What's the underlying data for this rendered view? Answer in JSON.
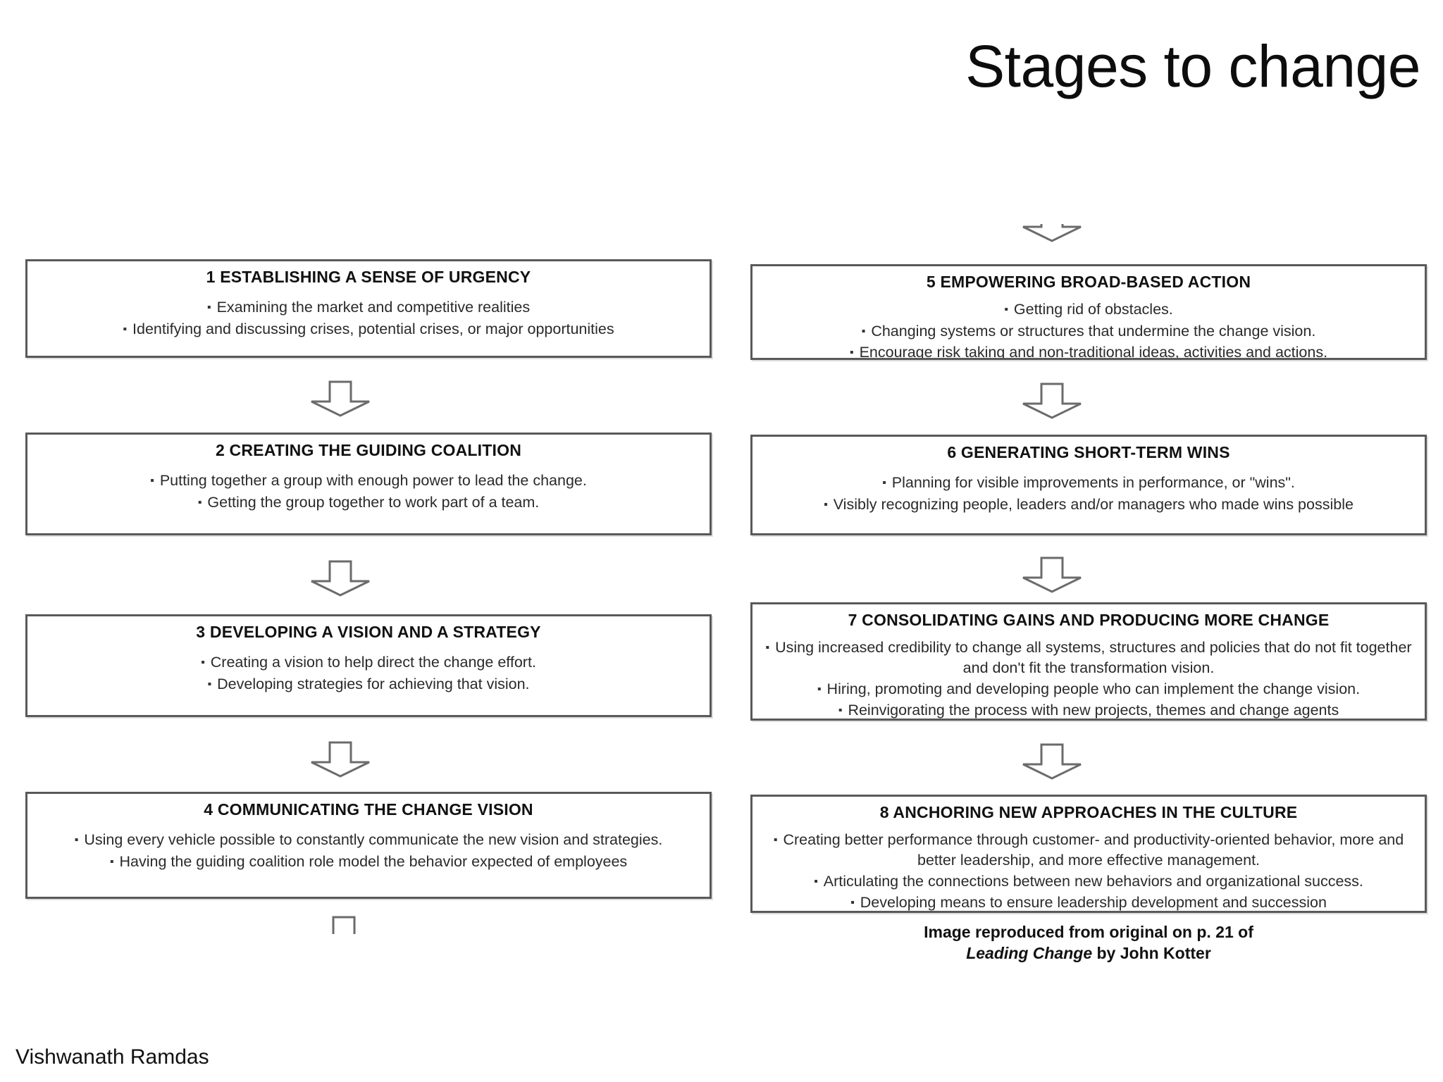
{
  "slide": {
    "title": "Stages to change",
    "author": "Vishwanath Ramdas"
  },
  "source_credit": {
    "line1": "Image reproduced from original on p. 21 of",
    "book_title": "Leading Change",
    "line2_tail": " by John Kotter"
  },
  "diagram": {
    "type": "flowchart",
    "description": "Kotter's 8 stages of change, two columns of four boxes connected by downward block arrows",
    "columns": [
      {
        "name": "left-column",
        "stages": [
          {
            "id": "stage-1",
            "heading": "1 ESTABLISHING A SENSE OF URGENCY",
            "bullets": [
              "Examining the market and competitive realities",
              "Identifying and discussing crises, potential crises, or major opportunities"
            ]
          },
          {
            "id": "stage-2",
            "heading": "2 CREATING THE GUIDING COALITION",
            "bullets": [
              "Putting together a group with enough power to lead the change.",
              "Getting the group together to work part of a team."
            ]
          },
          {
            "id": "stage-3",
            "heading": "3 DEVELOPING A VISION AND A  STRATEGY",
            "bullets": [
              "Creating a vision to help direct the change effort.",
              "Developing strategies for achieving that vision."
            ]
          },
          {
            "id": "stage-4",
            "heading": "4 COMMUNICATING THE CHANGE VISION",
            "bullets": [
              "Using every vehicle possible to constantly communicate the new vision and strategies.",
              "Having the guiding coalition role model the behavior expected of employees"
            ]
          }
        ]
      },
      {
        "name": "right-column",
        "stages": [
          {
            "id": "stage-5",
            "heading": "5 EMPOWERING BROAD-BASED ACTION",
            "bullets": [
              "Getting rid of obstacles.",
              "Changing systems or structures that undermine the change vision.",
              "Encourage risk taking and non-traditional ideas, activities and actions."
            ]
          },
          {
            "id": "stage-6",
            "heading": "6 GENERATING SHORT-TERM WINS",
            "bullets": [
              "Planning for visible improvements in performance, or \"wins\".",
              "Visibly recognizing people, leaders and/or managers who made wins possible"
            ]
          },
          {
            "id": "stage-7",
            "heading": "7 CONSOLIDATING GAINS AND PRODUCING MORE CHANGE",
            "bullets": [
              "Using increased credibility to change all systems, structures and policies that do not fit together and don't fit the transformation vision.",
              "Hiring, promoting and developing people who can implement the change vision.",
              "Reinvigorating the process with new projects, themes and change agents"
            ]
          },
          {
            "id": "stage-8",
            "heading": "8 ANCHORING NEW APPROACHES IN THE CULTURE",
            "bullets": [
              "Creating better performance through customer- and productivity-oriented behavior, more and better leadership, and more effective management.",
              "Articulating the connections between new behaviors and organizational success.",
              "Developing means to ensure leadership development and succession"
            ]
          }
        ]
      }
    ],
    "connectors": [
      {
        "id": "arrow-1-to-2",
        "direction": "down",
        "clipped": "none"
      },
      {
        "id": "arrow-2-to-3",
        "direction": "down",
        "clipped": "none"
      },
      {
        "id": "arrow-3-to-4",
        "direction": "down",
        "clipped": "none"
      },
      {
        "id": "arrow-4-to-5",
        "direction": "down",
        "clipped": "bottom"
      },
      {
        "id": "arrow-into-5",
        "direction": "down",
        "clipped": "top"
      },
      {
        "id": "arrow-5-to-6",
        "direction": "down",
        "clipped": "none"
      },
      {
        "id": "arrow-6-to-7",
        "direction": "down",
        "clipped": "none"
      },
      {
        "id": "arrow-7-to-8",
        "direction": "down",
        "clipped": "none"
      }
    ]
  },
  "colors": {
    "box_border": "#595959",
    "text": "#111111",
    "background": "#ffffff"
  }
}
